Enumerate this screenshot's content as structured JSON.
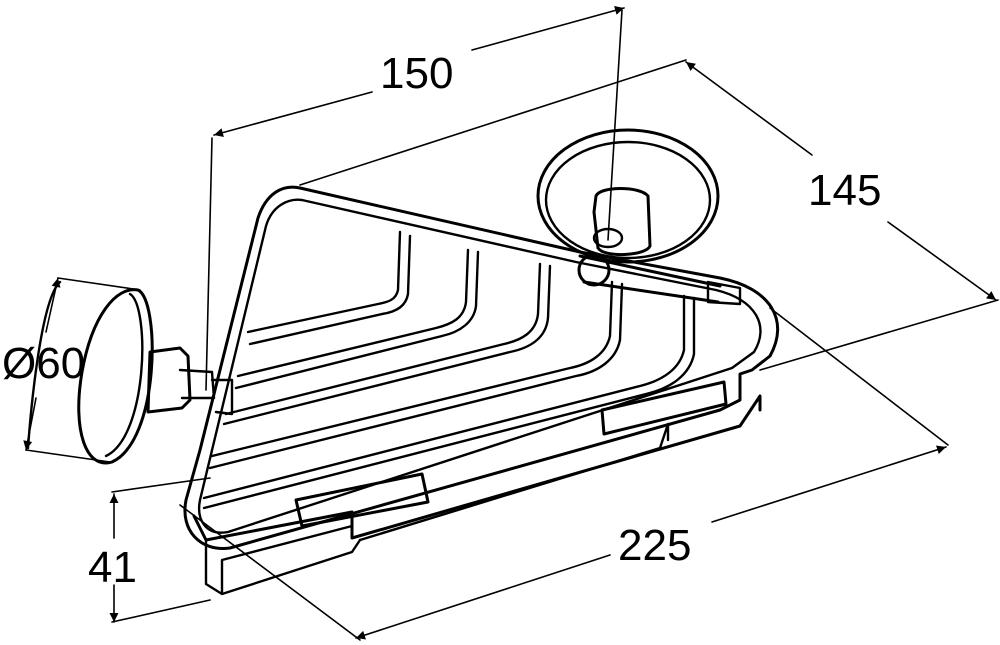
{
  "dimensions": {
    "width_top": "150",
    "depth_right": "145",
    "flange_diameter": "Ø60",
    "height": "41",
    "width_bottom": "225"
  },
  "colors": {
    "line": "#000000",
    "background": "#ffffff"
  }
}
